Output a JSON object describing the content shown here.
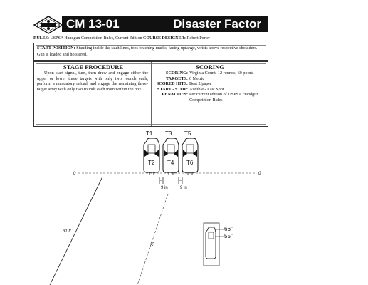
{
  "header": {
    "stage_code": "CM 13-01",
    "stage_name": "Disaster Factor"
  },
  "rules_line": {
    "rules_label": "RULES:",
    "rules_value": "USPSA Handgun Competition Rules, Current Edition",
    "designer_label": "COURSE DESIGNER:",
    "designer_value": "Robert Porter"
  },
  "start_position": {
    "label": "START POSITION:",
    "text": "Standing inside the fault lines, toes touching marks, facing uprange, wrists above respective shoulders. Gun is loaded and holstered."
  },
  "stage_procedure": {
    "heading": "STAGE PROCEDURE",
    "text": "Upon start signal, turn, then draw and engage either the upper or lower three targets with only two rounds each, perform a mandatory reload, and engage the remaining three-target array with only two rounds each from within the box."
  },
  "scoring": {
    "heading": "SCORING",
    "rows": [
      {
        "key": "SCORING:",
        "value": "Virginia Count, 12 rounds, 60 points"
      },
      {
        "key": "TARGETS:",
        "value": "6 Metric"
      },
      {
        "key": "SCORED HITS:",
        "value": "Best 2/paper"
      },
      {
        "key": "START - STOP:",
        "value": "Audible - Last Shot"
      },
      {
        "key": "PENALTIES:",
        "value": "Per current edition of USPSA Handgun Competition Rules"
      }
    ]
  },
  "diagram": {
    "upper_targets": [
      "T1",
      "T3",
      "T5"
    ],
    "lower_targets": [
      "T2",
      "T4",
      "T6"
    ],
    "spacing_labels": [
      "9 in",
      "9 in"
    ],
    "zero_labels": [
      "0",
      "0"
    ],
    "distance_label": "31 ft",
    "fault_line_label": "FL",
    "height_labels": [
      "66\"",
      "55\""
    ]
  }
}
